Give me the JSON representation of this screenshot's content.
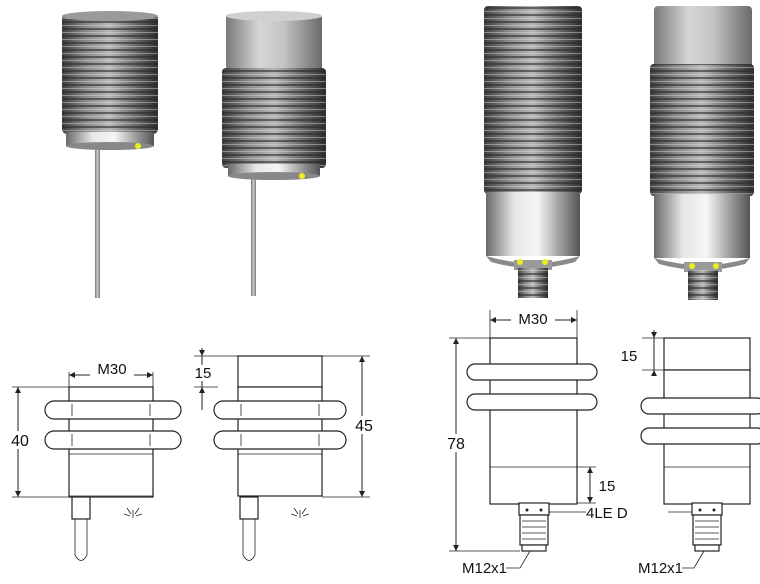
{
  "photos": [
    {
      "name": "sensor-a-photo",
      "kind": "flush cable sensor"
    },
    {
      "name": "sensor-b-photo",
      "kind": "non-flush cable sensor"
    },
    {
      "name": "sensor-c-photo",
      "kind": "flush connector sensor"
    },
    {
      "name": "sensor-d-photo",
      "kind": "non-flush connector sensor"
    }
  ],
  "drawing_a": {
    "thread": "M30",
    "length": "40"
  },
  "drawing_b": {
    "thread": "",
    "cap": "15",
    "length": "45"
  },
  "drawing_c": {
    "thread": "M30",
    "length": "78",
    "housing": "15",
    "led": "4LE D",
    "connector": "M12x1"
  },
  "drawing_d": {
    "cap": "15",
    "connector": "M12x1"
  },
  "colors": {
    "led": "#e8f020",
    "metal_dark": "#5a5a5a",
    "metal_light": "#d8d8d8",
    "cap": "#bdbdbd"
  }
}
